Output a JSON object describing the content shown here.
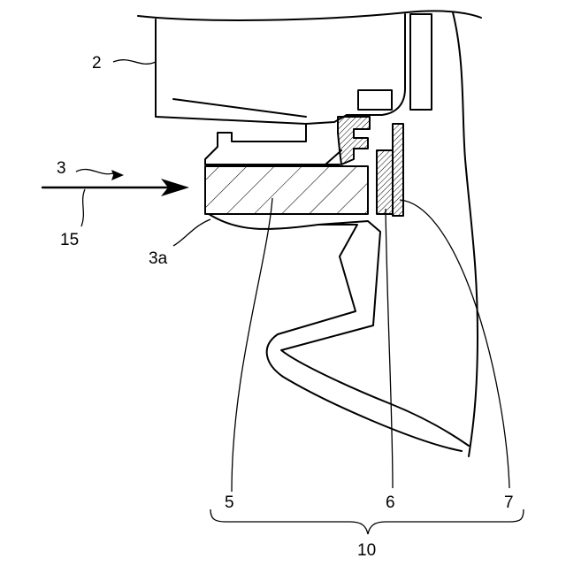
{
  "colors": {
    "line": "#000000",
    "background": "#ffffff"
  },
  "labels": {
    "n2": "2",
    "n3": "3",
    "n15": "15",
    "n3a": "3a",
    "n5": "5",
    "n6": "6",
    "n7": "7",
    "n10": "10"
  }
}
